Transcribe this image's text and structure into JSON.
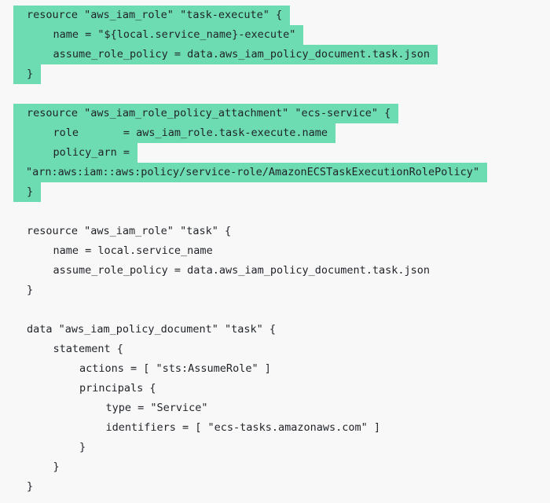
{
  "editor": {
    "highlight_color": "#6ddcb2",
    "background_color": "#f8f8f8",
    "text_color": "#1f2328",
    "lines": [
      {
        "text": "resource \"aws_iam_role\" \"task-execute\" {",
        "indent": 0,
        "highlighted": true
      },
      {
        "text": "name = \"${local.service_name}-execute\"",
        "indent": 1,
        "highlighted": true
      },
      {
        "text": "assume_role_policy = data.aws_iam_policy_document.task.json",
        "indent": 1,
        "highlighted": true
      },
      {
        "text": "}",
        "indent": 0,
        "highlighted": true
      },
      {
        "text": "",
        "indent": 0,
        "highlighted": false
      },
      {
        "text": "resource \"aws_iam_role_policy_attachment\" \"ecs-service\" {",
        "indent": 0,
        "highlighted": true
      },
      {
        "text": "role       = aws_iam_role.task-execute.name",
        "indent": 1,
        "highlighted": true
      },
      {
        "text": "policy_arn =",
        "indent": 1,
        "highlighted": true
      },
      {
        "text": "\"arn:aws:iam::aws:policy/service-role/AmazonECSTaskExecutionRolePolicy\"",
        "indent": 0,
        "highlighted": true
      },
      {
        "text": "}",
        "indent": 0,
        "highlighted": true
      },
      {
        "text": "",
        "indent": 0,
        "highlighted": false
      },
      {
        "text": "resource \"aws_iam_role\" \"task\" {",
        "indent": 0,
        "highlighted": false
      },
      {
        "text": "name = local.service_name",
        "indent": 1,
        "highlighted": false
      },
      {
        "text": "assume_role_policy = data.aws_iam_policy_document.task.json",
        "indent": 1,
        "highlighted": false
      },
      {
        "text": "}",
        "indent": 0,
        "highlighted": false
      },
      {
        "text": "",
        "indent": 0,
        "highlighted": false
      },
      {
        "text": "data \"aws_iam_policy_document\" \"task\" {",
        "indent": 0,
        "highlighted": false
      },
      {
        "text": "statement {",
        "indent": 1,
        "highlighted": false
      },
      {
        "text": "actions = [ \"sts:AssumeRole\" ]",
        "indent": 2,
        "highlighted": false
      },
      {
        "text": "principals {",
        "indent": 2,
        "highlighted": false
      },
      {
        "text": "type = \"Service\"",
        "indent": 3,
        "highlighted": false
      },
      {
        "text": "identifiers = [ \"ecs-tasks.amazonaws.com\" ]",
        "indent": 3,
        "highlighted": false
      },
      {
        "text": "}",
        "indent": 2,
        "highlighted": false
      },
      {
        "text": "}",
        "indent": 1,
        "highlighted": false
      },
      {
        "text": "}",
        "indent": 0,
        "highlighted": false
      }
    ]
  }
}
